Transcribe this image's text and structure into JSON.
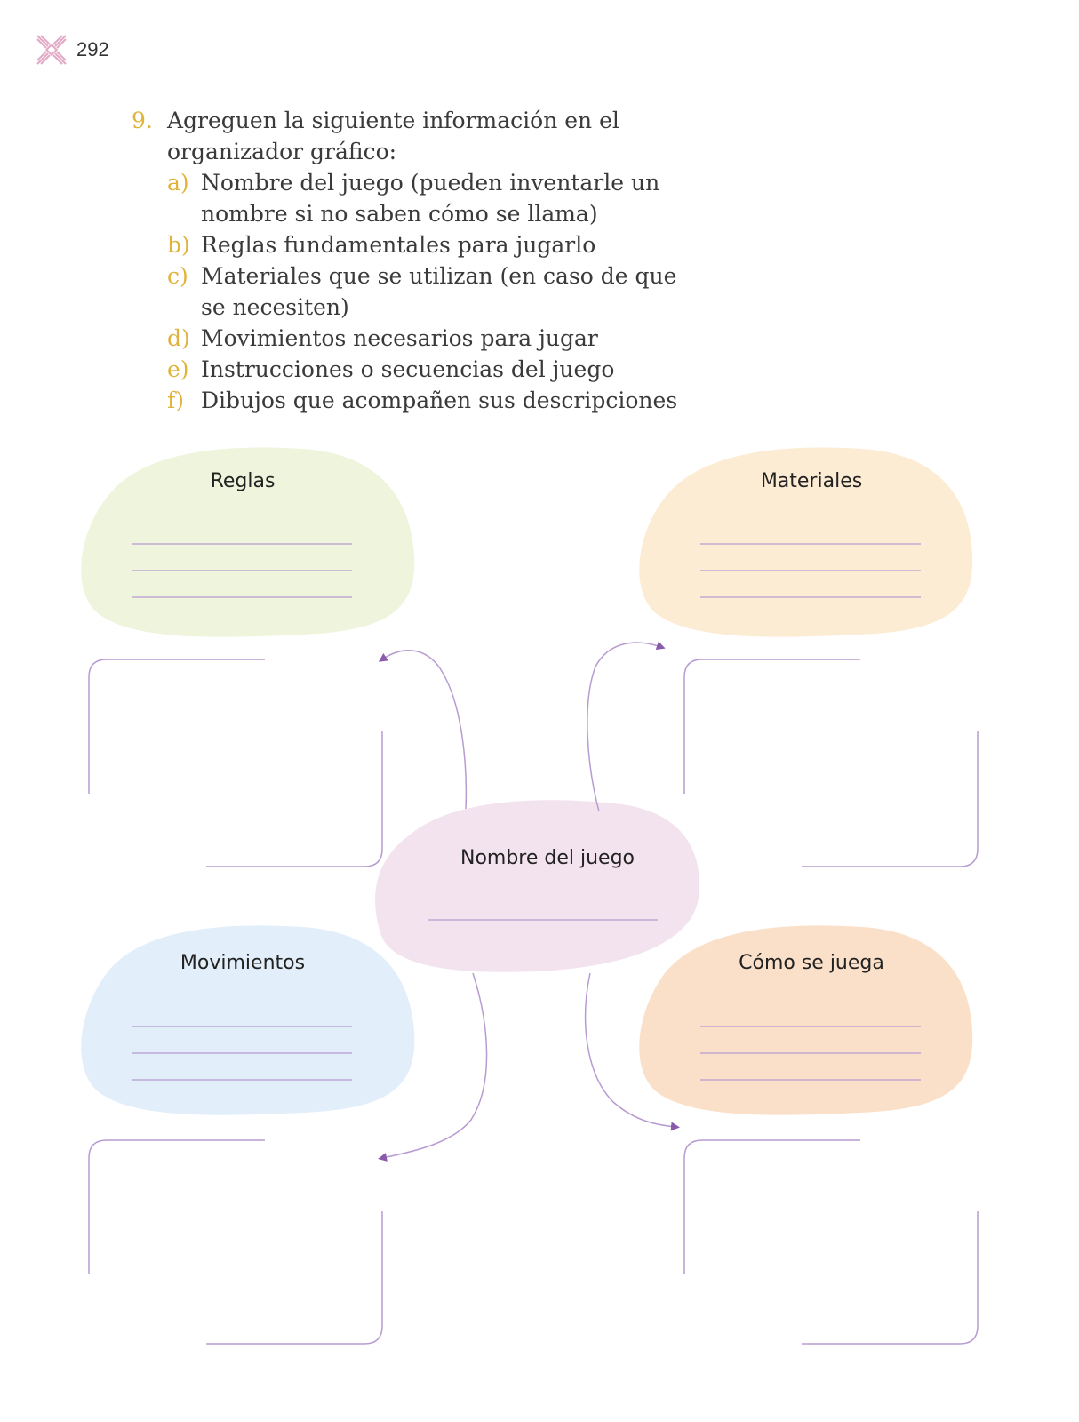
{
  "page": {
    "number": "292"
  },
  "exercise": {
    "number": "9.",
    "intro": [
      "Agreguen la siguiente información en el",
      "organizador gráfico:"
    ],
    "items": [
      {
        "letter": "a)",
        "lines": [
          "Nombre del juego (pueden inventarle un",
          "nombre si no saben cómo se llama)"
        ]
      },
      {
        "letter": "b)",
        "lines": [
          "Reglas fundamentales para jugarlo"
        ]
      },
      {
        "letter": "c)",
        "lines": [
          "Materiales que se utilizan (en caso de que",
          "se necesiten)"
        ]
      },
      {
        "letter": "d)",
        "lines": [
          "Movimientos necesarios para jugar"
        ]
      },
      {
        "letter": "e)",
        "lines": [
          "Instrucciones o secuencias del juego"
        ]
      },
      {
        "letter": "f)",
        "lines": [
          "Dibujos que acompañen sus descripciones"
        ]
      }
    ]
  },
  "organizer": {
    "center": {
      "title": "Nombre del juego",
      "color": "#f3e3ef"
    },
    "reglas": {
      "title": "Reglas",
      "color": "#eff4dc"
    },
    "materiales": {
      "title": "Materiales",
      "color": "#fdecd4"
    },
    "movimientos": {
      "title": "Movimientos",
      "color": "#e2eef9"
    },
    "como_se_juega": {
      "title": "Cómo se juega",
      "color": "#fbe0c9"
    },
    "line_color": "#b79bd1",
    "arrow_color": "#8a5aab"
  },
  "colors": {
    "accent": "#e0b43c",
    "logo": "#e3a8c6"
  }
}
